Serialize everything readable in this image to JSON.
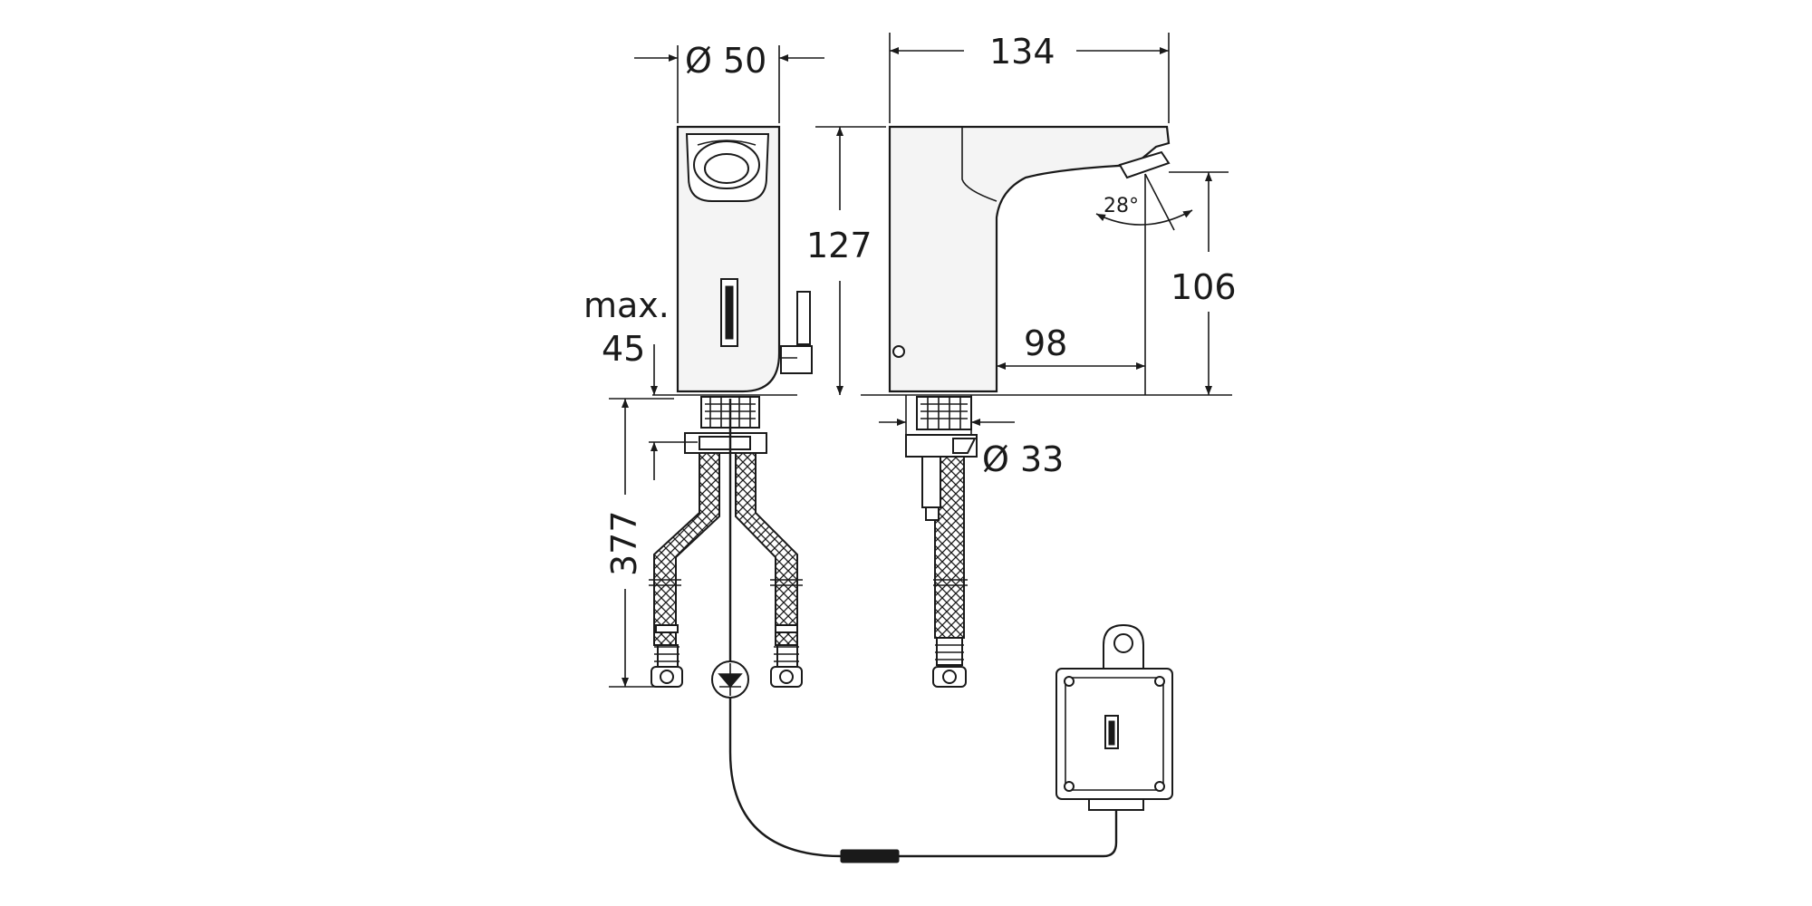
{
  "dimensions": {
    "diameter_top": "Ø 50",
    "width_top": "134",
    "height_left": "127",
    "max_label": "max.",
    "max_value": "45",
    "height_right": "106",
    "reach": "98",
    "angle": "28°",
    "diameter_bottom": "Ø 33",
    "hose_length": "377"
  }
}
